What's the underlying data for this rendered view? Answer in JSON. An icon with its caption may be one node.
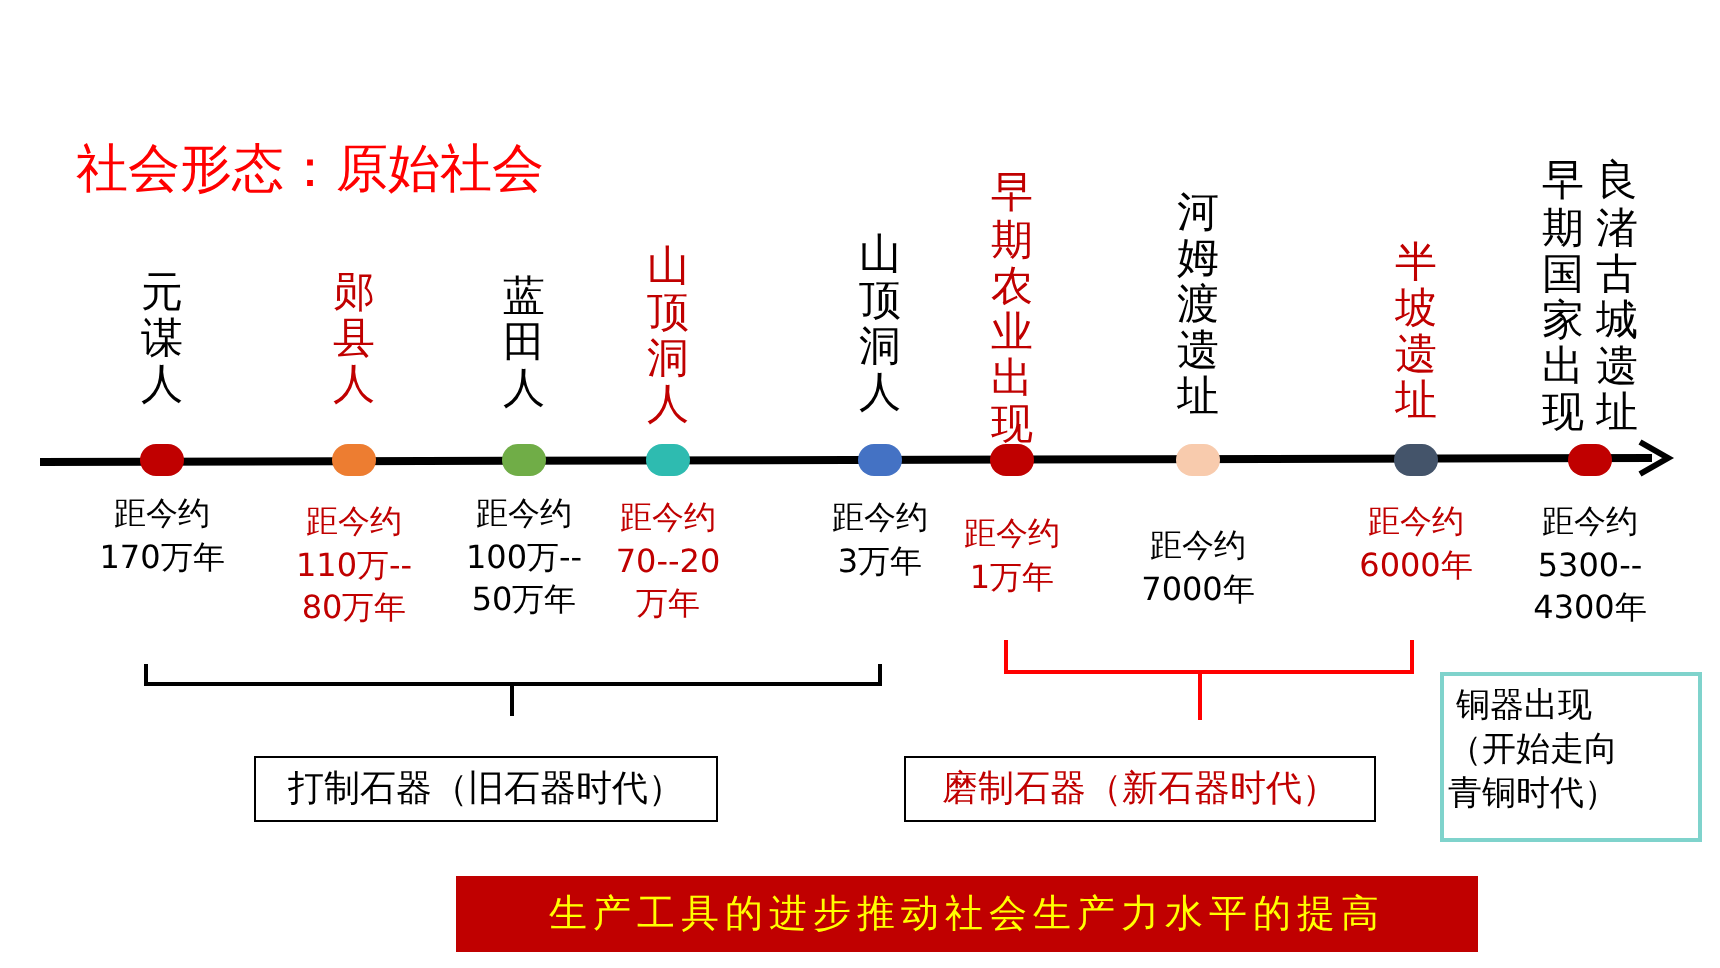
{
  "diagram": {
    "title": "社会形态：原始社会",
    "nodes": [
      {
        "text": [],
        "shape": "circle",
        "beside": [
          "元谋人",
          "距今约 170万年"
        ]
      },
      {
        "text": [],
        "shape": "circle",
        "beside": [
          "郧县人",
          "距今约 110万-- 80万年"
        ]
      },
      {
        "text": [],
        "shape": "circle",
        "beside": [
          "蓝田人",
          "距今约 100万-- 50万年"
        ]
      },
      {
        "text": [],
        "shape": "circle",
        "beside": [
          "山顶洞人",
          "距今约 70--20 万年"
        ]
      },
      {
        "text": [],
        "shape": "circle",
        "beside": [
          "山顶洞人",
          "距今约 3万年"
        ]
      },
      {
        "text": [],
        "shape": "circle",
        "beside": [
          "早期农业出现",
          "距今约 1万年"
        ]
      },
      {
        "text": [],
        "shape": "circle",
        "beside": [
          "河姆渡遗址",
          "距今约 7000年"
        ]
      },
      {
        "text": [],
        "shape": "circle",
        "beside": [
          "半坡遗址",
          "距今约 6000年"
        ]
      },
      {
        "text": [],
        "shape": "circle",
        "beside": [
          "早期国家出现",
          "良渚古城遗址",
          "距今约 5300-- 4300年"
        ]
      },
      {
        "text": [
          "打制石器（旧石器时代）"
        ]
      },
      {
        "text": [
          "磨制石器（新石器时代）"
        ]
      },
      {
        "text": [
          "铜器出现",
          "（开始走向青铜时代）"
        ]
      },
      {
        "text": [
          "生产工具的进步推动社会生产力水平的提高"
        ]
      }
    ]
  }
}
